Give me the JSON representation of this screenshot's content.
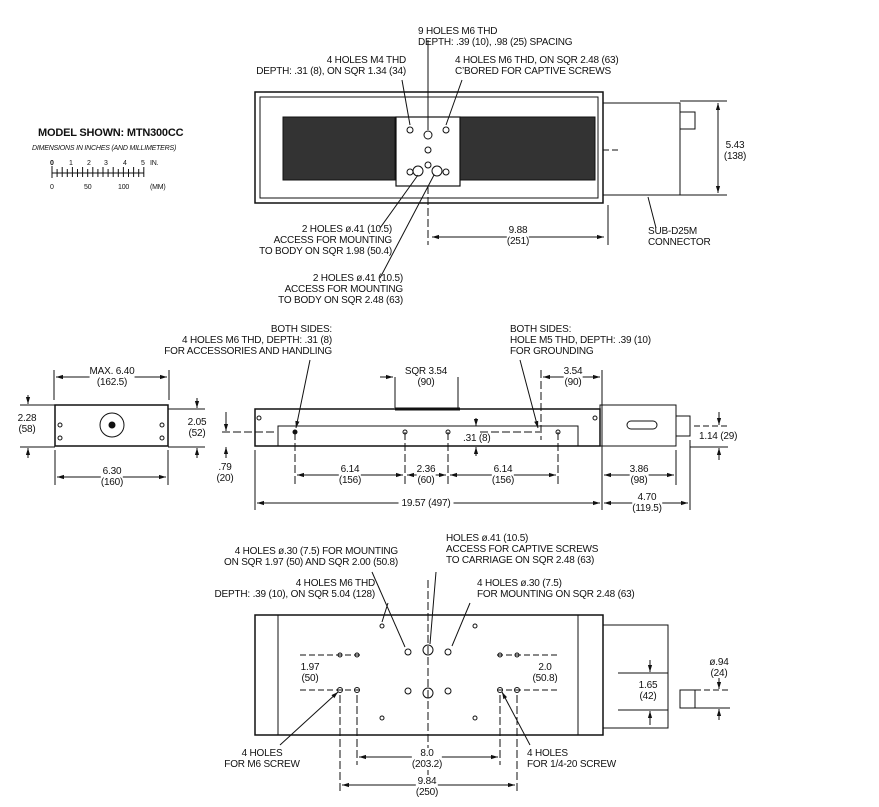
{
  "legend": {
    "model_shown": "MODEL SHOWN: MTN300CC",
    "dimensions_note": "DIMENSIONS IN INCHES (AND MILLIMETERS)",
    "scale_in": [
      "0",
      "1",
      "2",
      "3",
      "4",
      "5",
      "IN."
    ],
    "scale_mm": [
      "0",
      "50",
      "100",
      "(MM)"
    ]
  },
  "top_view": {
    "holes_m6": [
      "9 HOLES M6 THD",
      "DEPTH: .39 (10), .98 (25) SPACING"
    ],
    "holes_m4": [
      "4 HOLES M4 THD",
      "DEPTH: .31 (8), ON SQR 1.34 (34)"
    ],
    "holes_m6_cbored": [
      "4 HOLES M6 THD, ON SQR 2.48 (63)",
      "C’BORED FOR CAPTIVE SCREWS"
    ],
    "access_1": [
      "2 HOLES ø.41 (10.5)",
      "ACCESS FOR MOUNTING",
      "TO BODY ON SQR 1.98 (50.4)"
    ],
    "access_2": [
      "2 HOLES ø.41 (10.5)",
      "ACCESS FOR MOUNTING",
      "TO BODY ON SQR 2.48 (63)"
    ],
    "dim_width": [
      "5.43",
      "(138)"
    ],
    "dim_center": [
      "9.88",
      "(251)"
    ],
    "connector": [
      "SUB-D25M",
      "CONNECTOR"
    ]
  },
  "side_view": {
    "both_sides_left": [
      "BOTH SIDES:",
      "4 HOLES M6 THD, DEPTH: .31 (8)",
      "FOR ACCESSORIES AND HANDLING"
    ],
    "both_sides_right": [
      "BOTH SIDES:",
      "HOLE M5 THD, DEPTH: .39 (10)",
      "FOR GROUNDING"
    ],
    "max_width": [
      "MAX. 6.40",
      "(162.5)"
    ],
    "sqr": [
      "SQR 3.54",
      "(90)"
    ],
    "dim_354": [
      "3.54",
      "(90)"
    ],
    "height_228": [
      "2.28",
      "(58)"
    ],
    "height_205": [
      "2.05",
      "(52)"
    ],
    "dim_079": [
      ".79",
      "(20)"
    ],
    "width_630": [
      "6.30",
      "(160)"
    ],
    "dim_614_a": [
      "6.14",
      "(156)"
    ],
    "dim_236": [
      "2.36",
      "(60)"
    ],
    "dim_614_b": [
      "6.14",
      "(156)"
    ],
    "dim_031": ".31 (8)",
    "dim_386": [
      "3.86",
      "(98)"
    ],
    "dim_114": "1.14 (29)",
    "length_total": "19.57 (497)",
    "dim_470": [
      "4.70",
      "(119.5)"
    ]
  },
  "bottom_view": {
    "mount_holes": [
      "4 HOLES ø.30 (7.5) FOR MOUNTING",
      "ON SQR 1.97 (50) AND SQR 2.00 (50.8)"
    ],
    "m6_holes": [
      "4 HOLES M6 THD",
      "DEPTH: .39 (10), ON SQR 5.04 (128)"
    ],
    "captive_holes": [
      "HOLES ø.41 (10.5)",
      "ACCESS FOR CAPTIVE SCREWS",
      "TO CARRIAGE ON SQR 2.48 (63)"
    ],
    "mount_248": [
      "4 HOLES ø.30 (7.5)",
      "FOR MOUNTING ON SQR 2.48 (63)"
    ],
    "dim_197": [
      "1.97",
      "(50)"
    ],
    "dim_20": [
      "2.0",
      "(50.8)"
    ],
    "dim_094": [
      "ø.94",
      "(24)"
    ],
    "dim_165": [
      "1.65",
      "(42)"
    ],
    "m6_screw": [
      "4 HOLES",
      "FOR M6 SCREW"
    ],
    "screw_1420": [
      "4 HOLES",
      "FOR 1/4-20 SCREW"
    ],
    "dim_80": [
      "8.0",
      "(203.2)"
    ],
    "dim_984": [
      "9.84",
      "(250)"
    ]
  }
}
